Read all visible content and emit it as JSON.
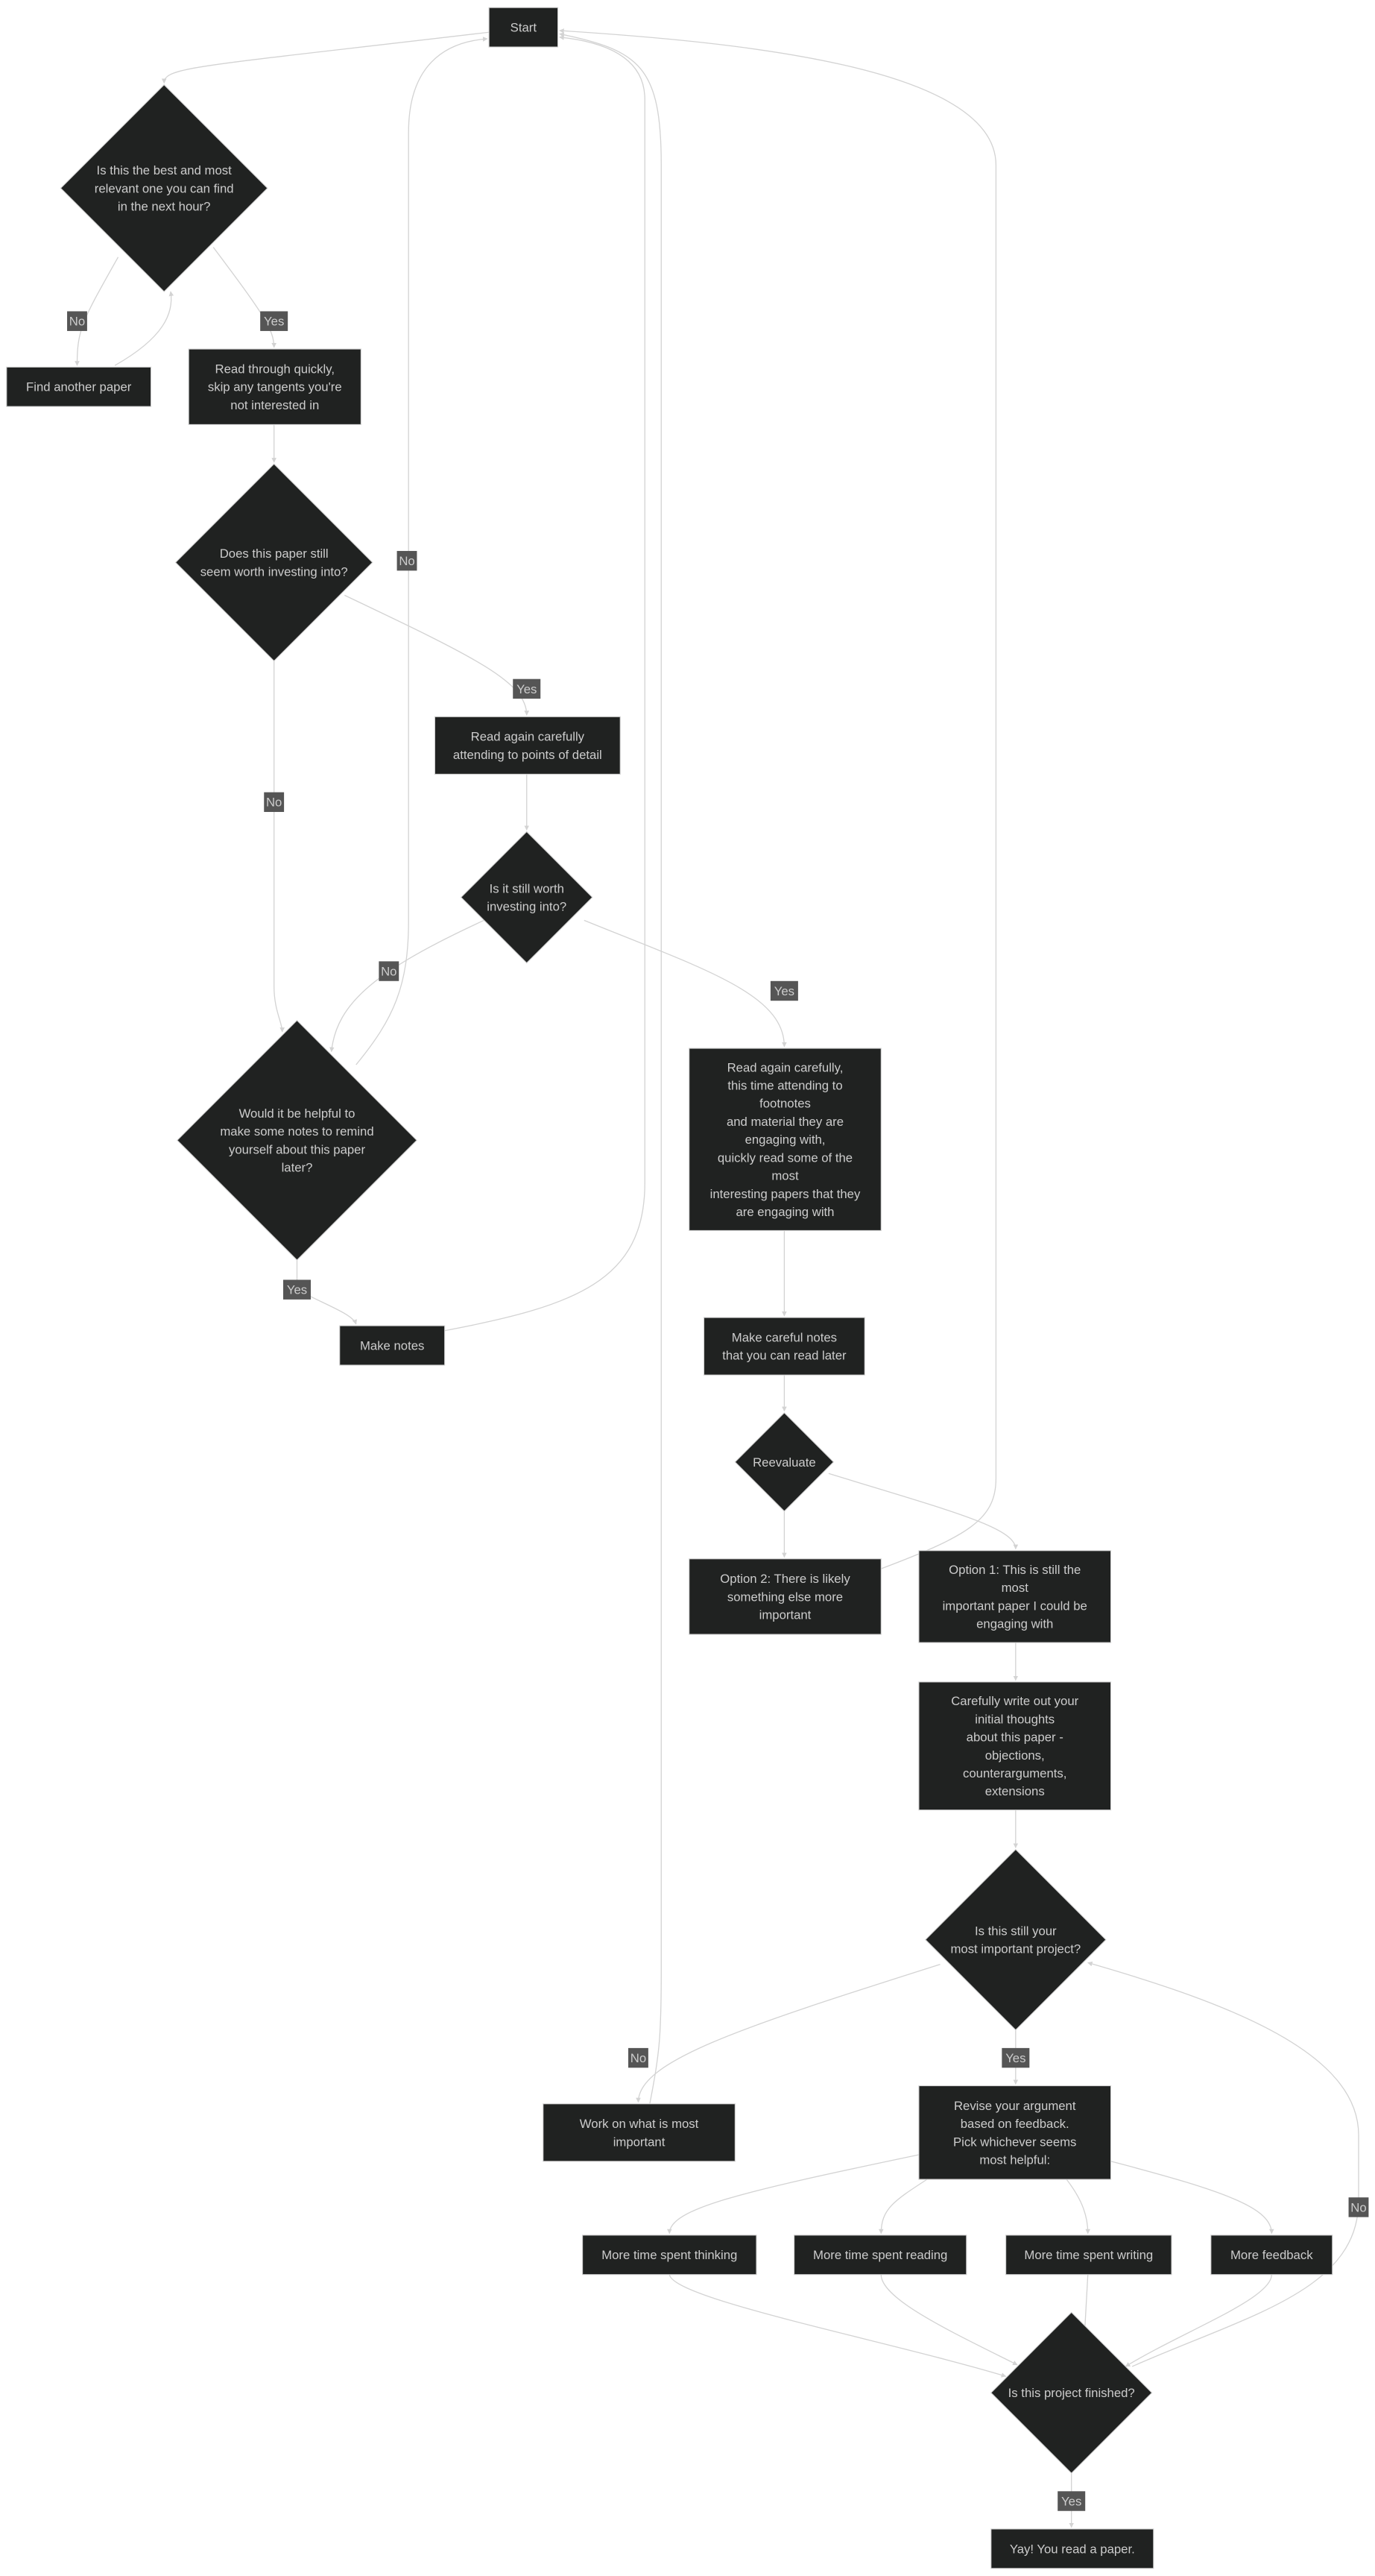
{
  "diagram": {
    "type": "flowchart",
    "colors": {
      "node_fill": "#202221",
      "node_text": "#cccccc",
      "edge": "#d3d3d3",
      "label_bg": "#555555",
      "background": "#ffffff"
    },
    "nodes": {
      "start": {
        "shape": "rect",
        "lines": [
          "Start"
        ]
      },
      "d1": {
        "shape": "diamond",
        "lines": [
          "Is this the best and most",
          "relevant one you can find",
          "in the next hour?"
        ]
      },
      "find": {
        "shape": "rect",
        "lines": [
          "Find another paper"
        ]
      },
      "quick": {
        "shape": "rect",
        "lines": [
          "Read through quickly,",
          "skip any tangents you're",
          "not interested in"
        ]
      },
      "d2": {
        "shape": "diamond",
        "lines": [
          "Does this paper still",
          "seem worth investing into?"
        ]
      },
      "again": {
        "shape": "rect",
        "lines": [
          "Read again carefully",
          "attending to points of detail"
        ]
      },
      "d3": {
        "shape": "diamond",
        "lines": [
          "Is it still worth",
          "investing into?"
        ]
      },
      "d4": {
        "shape": "diamond",
        "lines": [
          "Would it be helpful to",
          "make some notes to remind",
          "yourself about this paper",
          "later?"
        ]
      },
      "again2": {
        "shape": "rect",
        "lines": [
          "Read again carefully,",
          "this time attending to",
          "footnotes",
          "and material they are",
          "engaging with,",
          "quickly read some of the",
          "most",
          "interesting papers that they",
          "are engaging with"
        ]
      },
      "notes": {
        "shape": "rect",
        "lines": [
          "Make notes"
        ]
      },
      "careful": {
        "shape": "rect",
        "lines": [
          "Make careful notes",
          "that you can read later"
        ]
      },
      "reeval": {
        "shape": "diamond",
        "lines": [
          "Reevaluate"
        ]
      },
      "opt2": {
        "shape": "rect",
        "lines": [
          "Option 2: There is likely",
          "something else more",
          "important"
        ]
      },
      "opt1": {
        "shape": "rect",
        "lines": [
          "Option 1: This is still the",
          "most",
          "important paper I could be",
          "engaging with"
        ]
      },
      "write": {
        "shape": "rect",
        "lines": [
          "Carefully write out your",
          "initial thoughts",
          "about this paper -",
          "objections,",
          "counterarguments,",
          "extensions"
        ]
      },
      "d5": {
        "shape": "diamond",
        "lines": [
          "Is this still your",
          "most important project?"
        ]
      },
      "work": {
        "shape": "rect",
        "lines": [
          "Work on what is most",
          "important"
        ]
      },
      "revise": {
        "shape": "rect",
        "lines": [
          "Revise your argument",
          "based on feedback.",
          "Pick whichever seems",
          "most helpful:"
        ]
      },
      "think": {
        "shape": "rect",
        "lines": [
          "More time spent thinking"
        ]
      },
      "read": {
        "shape": "rect",
        "lines": [
          "More time spent reading"
        ]
      },
      "writing": {
        "shape": "rect",
        "lines": [
          "More time spent writing"
        ]
      },
      "feedback": {
        "shape": "rect",
        "lines": [
          "More feedback"
        ]
      },
      "d6": {
        "shape": "diamond",
        "lines": [
          "Is this project finished?"
        ]
      },
      "yay": {
        "shape": "rect",
        "lines": [
          "Yay! You read a paper."
        ]
      }
    },
    "edges": [
      {
        "from": "start",
        "to": "d1",
        "label": ""
      },
      {
        "from": "d1",
        "to": "find",
        "label": "No"
      },
      {
        "from": "find",
        "to": "d1",
        "label": ""
      },
      {
        "from": "d1",
        "to": "quick",
        "label": "Yes"
      },
      {
        "from": "quick",
        "to": "d2",
        "label": ""
      },
      {
        "from": "d2",
        "to": "again",
        "label": "Yes"
      },
      {
        "from": "d2",
        "to": "d4",
        "label": "No"
      },
      {
        "from": "again",
        "to": "d3",
        "label": ""
      },
      {
        "from": "d3",
        "to": "d4",
        "label": "No"
      },
      {
        "from": "d3",
        "to": "again2",
        "label": "Yes"
      },
      {
        "from": "d4",
        "to": "start",
        "label": "No"
      },
      {
        "from": "d4",
        "to": "notes",
        "label": "Yes"
      },
      {
        "from": "notes",
        "to": "start",
        "label": ""
      },
      {
        "from": "again2",
        "to": "careful",
        "label": ""
      },
      {
        "from": "careful",
        "to": "reeval",
        "label": ""
      },
      {
        "from": "reeval",
        "to": "opt2",
        "label": ""
      },
      {
        "from": "reeval",
        "to": "opt1",
        "label": ""
      },
      {
        "from": "opt2",
        "to": "start",
        "label": ""
      },
      {
        "from": "opt1",
        "to": "write",
        "label": ""
      },
      {
        "from": "write",
        "to": "d5",
        "label": ""
      },
      {
        "from": "d5",
        "to": "work",
        "label": "No"
      },
      {
        "from": "work",
        "to": "start",
        "label": ""
      },
      {
        "from": "d5",
        "to": "revise",
        "label": "Yes"
      },
      {
        "from": "revise",
        "to": "think",
        "label": ""
      },
      {
        "from": "revise",
        "to": "read",
        "label": ""
      },
      {
        "from": "revise",
        "to": "writing",
        "label": ""
      },
      {
        "from": "revise",
        "to": "feedback",
        "label": ""
      },
      {
        "from": "think",
        "to": "d6",
        "label": ""
      },
      {
        "from": "read",
        "to": "d6",
        "label": ""
      },
      {
        "from": "writing",
        "to": "d6",
        "label": ""
      },
      {
        "from": "feedback",
        "to": "d6",
        "label": ""
      },
      {
        "from": "d6",
        "to": "d5",
        "label": "No"
      },
      {
        "from": "d6",
        "to": "yay",
        "label": "Yes"
      }
    ]
  }
}
